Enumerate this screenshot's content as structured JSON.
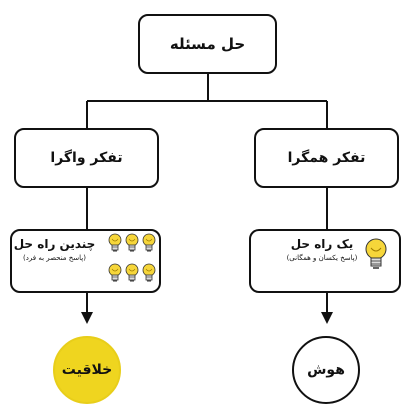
{
  "nodes": {
    "root": "حل مسئله",
    "divergent": "تفکر واگرا",
    "convergent": "تفکر همگرا",
    "many_solutions_title": "چندین راه حل",
    "many_solutions_sub": "(پاسخ منحصر به فرد)",
    "one_solution_title": "یک راه حل",
    "one_solution_sub": "(پاسخ یکسان و همگانی)",
    "creativity": "خلاقیت",
    "intelligence": "هوش"
  },
  "icons": {
    "bulb": "lightbulb-icon"
  },
  "colors": {
    "creativity_fill": "#efd51f",
    "bulb_yellow": "#f6d63a",
    "line": "#111111"
  }
}
